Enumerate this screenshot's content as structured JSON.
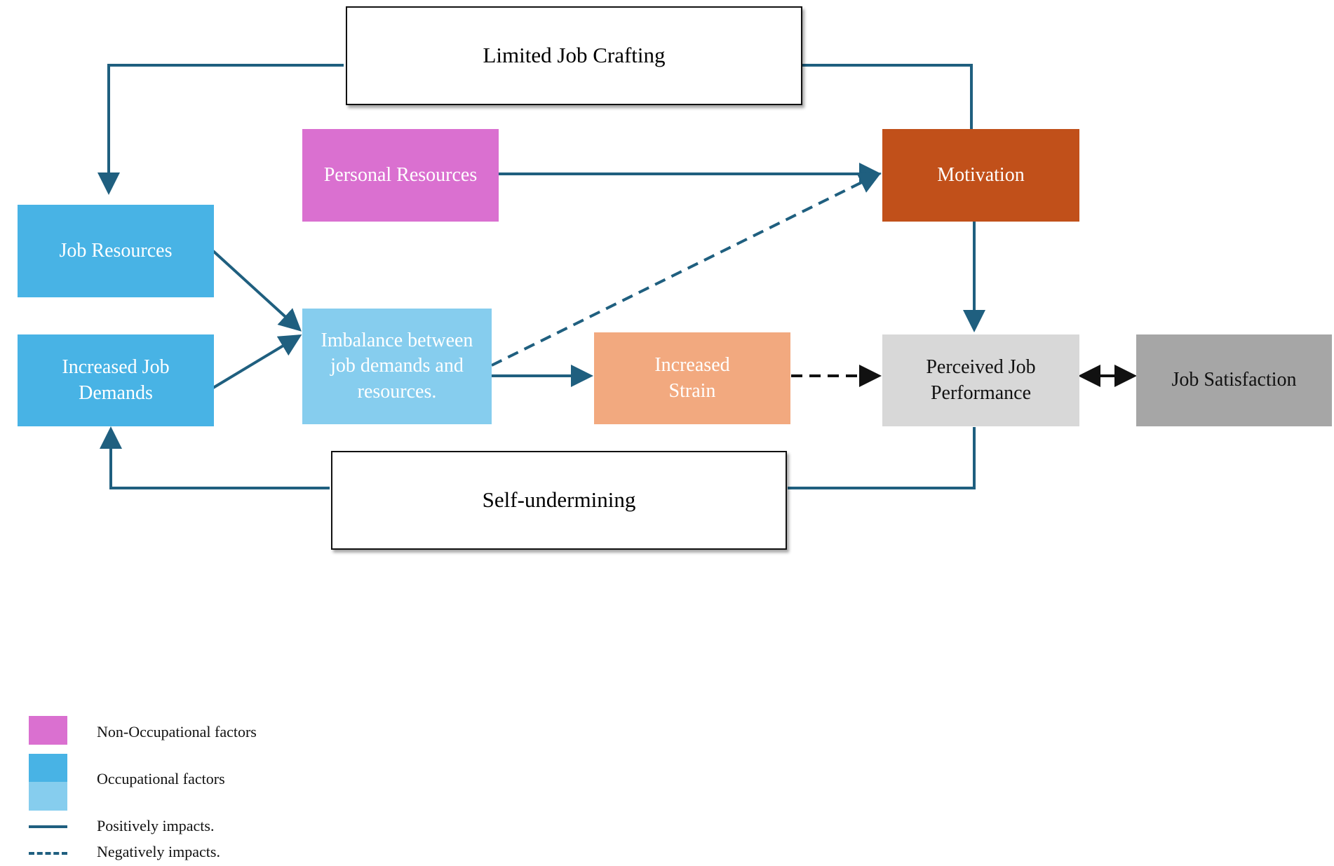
{
  "colors": {
    "arrow": "#1f5f7f",
    "personal_resources": "#da70d0",
    "occupational_dark": "#48b3e5",
    "occupational_light": "#86cdee",
    "motivation": "#c1501a",
    "increased_strain": "#f2a97f",
    "perceived_performance": "#d8d8d8",
    "job_satisfaction": "#a6a6a6"
  },
  "nodes": {
    "limited_job_crafting": "Limited Job Crafting",
    "self_undermining": "Self-undermining",
    "personal_resources": "Personal Resources",
    "motivation": "Motivation",
    "job_resources": "Job Resources",
    "increased_job_demands": [
      "Increased Job",
      "Demands"
    ],
    "imbalance": [
      "Imbalance between",
      "job demands and",
      "resources."
    ],
    "increased_strain": [
      "Increased",
      "Strain"
    ],
    "perceived_job_performance": [
      "Perceived Job",
      "Performance"
    ],
    "job_satisfaction": "Job Satisfaction"
  },
  "legend": {
    "non_occupational": "Non-Occupational factors",
    "occupational": "Occupational factors",
    "positive": "Positively impacts.",
    "negative": "Negatively impacts."
  }
}
